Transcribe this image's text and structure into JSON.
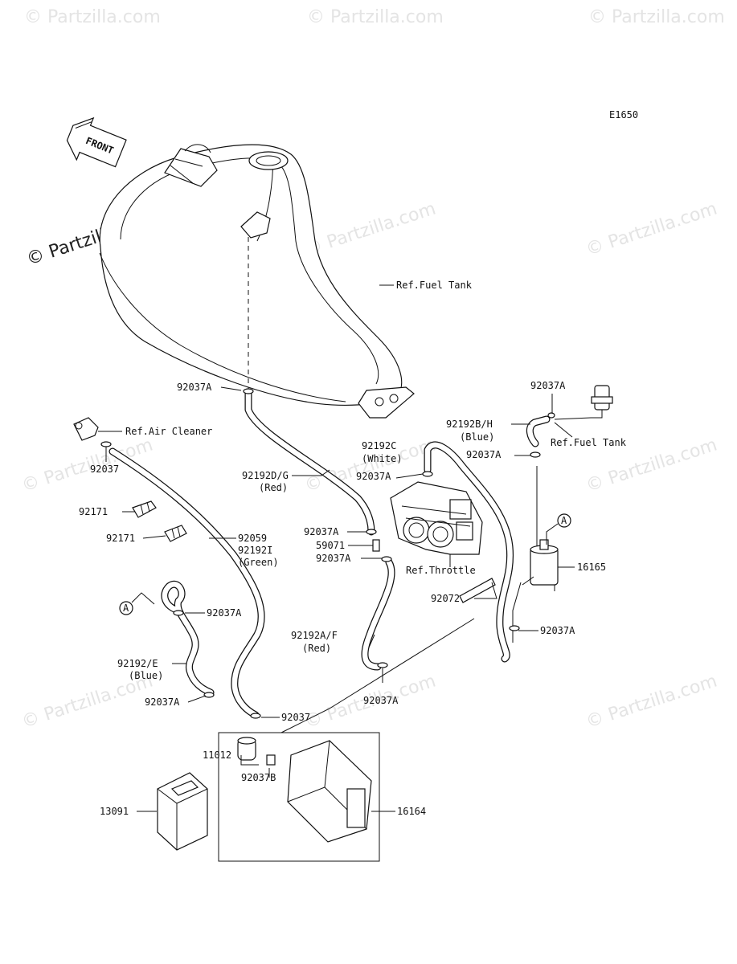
{
  "diagram_id": "E1650",
  "front_label": "FRONT",
  "watermark": {
    "brand": "© Partzilla.com",
    "faint": "© Partzilla.com"
  },
  "callouts": {
    "ref_fuel_tank_main": "Ref.Fuel Tank",
    "ref_air_cleaner": "Ref.Air Cleaner",
    "ref_fuel_tank_right": "Ref.Fuel Tank",
    "ref_throttle": "Ref.Throttle",
    "p_92037a_top": "92037A",
    "p_92037_left": "92037",
    "p_92192dg": "92192D/G",
    "p_92192dg_color": "(Red)",
    "p_92171_a": "92171",
    "p_92171_b": "92171",
    "p_92059": "92059",
    "p_92192i": "92192I",
    "p_92192i_color": "(Green)",
    "p_92037a_tr": "92037A",
    "p_92192bh": "92192B/H",
    "p_92192bh_color": "(Blue)",
    "p_92192c": "92192C",
    "p_92192c_color": "(White)",
    "p_92037a_c": "92037A",
    "p_92037a_r": "92037A",
    "p_92037a_mid": "92037A",
    "p_59071": "59071",
    "p_92037a_mid2": "92037A",
    "p_16165": "16165",
    "p_92072": "92072",
    "p_92037a_left": "92037A",
    "p_92192af": "92192A/F",
    "p_92192af_color": "(Red)",
    "p_92037a_r2": "92037A",
    "p_92192e": "92192/E",
    "p_92192e_color": "(Blue)",
    "p_92037a_bl": "92037A",
    "p_92037a_bc": "92037A",
    "p_92037_bottom": "92037",
    "p_11012": "11012",
    "p_92037b": "92037B",
    "p_13091": "13091",
    "p_16164": "16164",
    "marker_a": "A"
  }
}
